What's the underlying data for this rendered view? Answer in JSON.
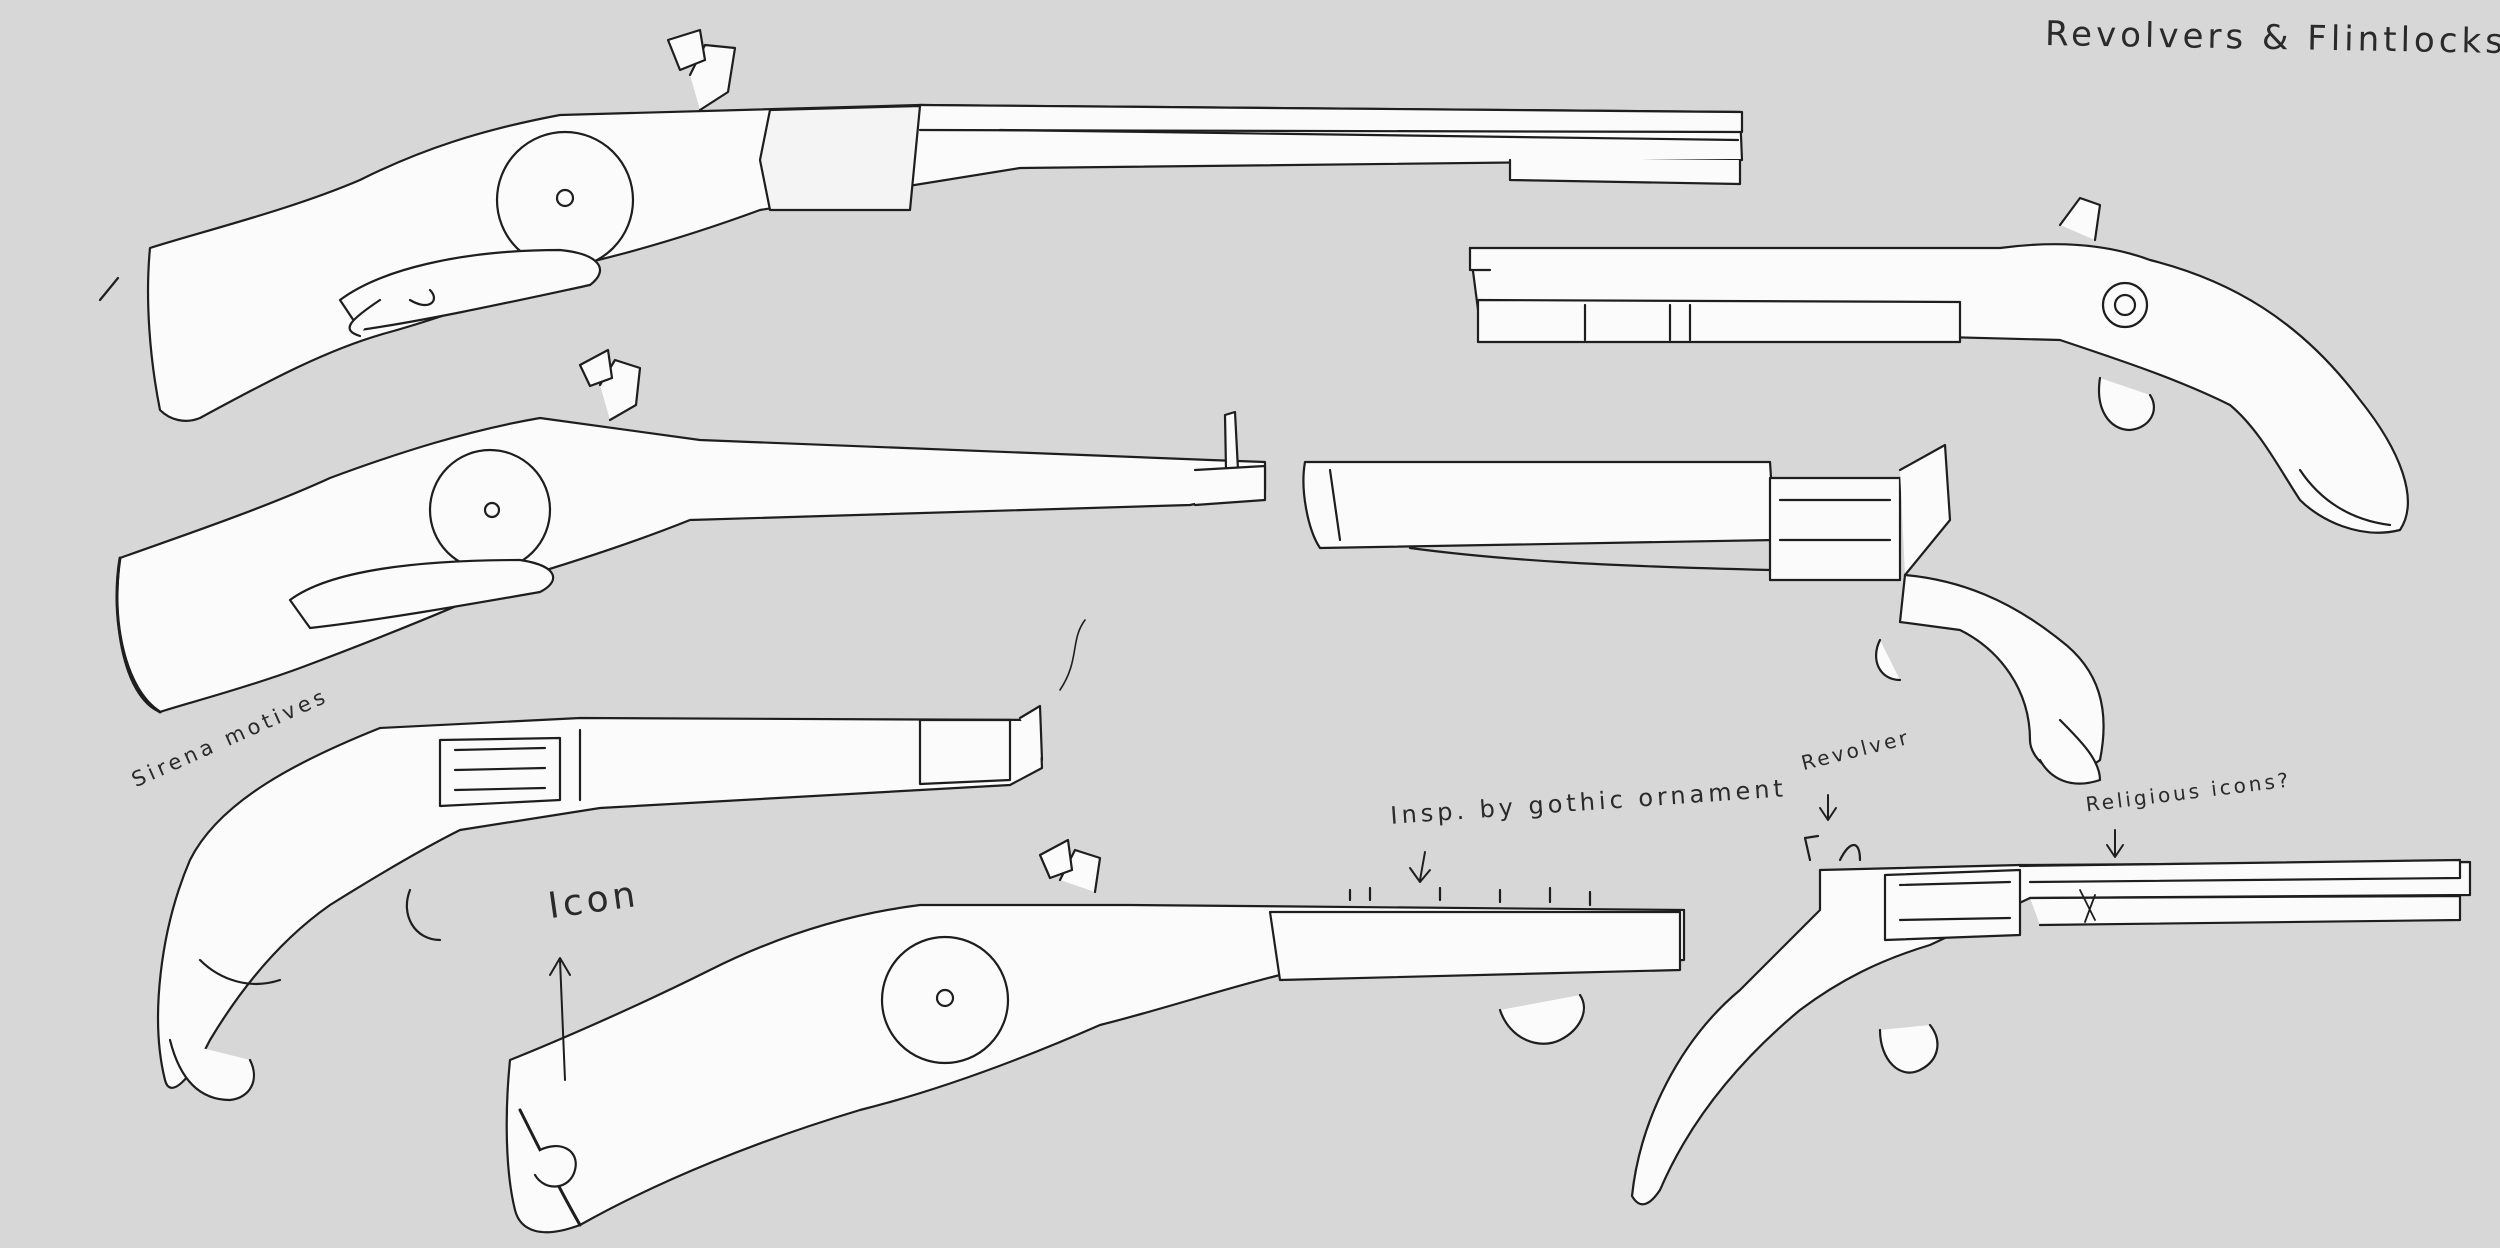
{
  "sheet": {
    "background_color": "#d7d7d7",
    "line_color": "#1e1e1e",
    "fill_color": "#fbfbfb"
  },
  "annotations": {
    "title": "Revolvers & Flintlocks",
    "sirena": "Sirena motives",
    "icon": "Icon",
    "gothic": "Insp. by gothic ornament",
    "revolver": "Revolver",
    "religious": "Religious icons?"
  }
}
